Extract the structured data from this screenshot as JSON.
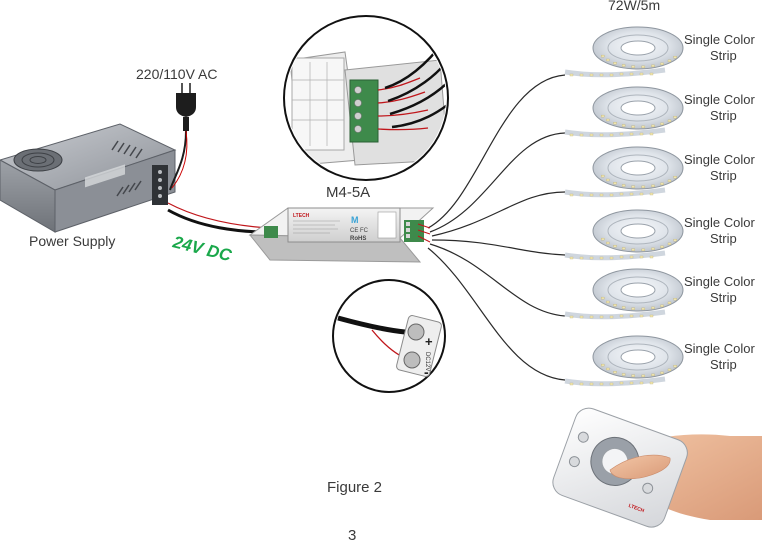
{
  "top_label": "72W/5m",
  "mains_label": "220/110V AC",
  "power_supply_label": "Power Supply",
  "dc_label": "24V DC",
  "controller_label": "M4-5A",
  "strips": [
    {
      "line1": "Single Color",
      "line2": "Strip"
    },
    {
      "line1": "Single Color",
      "line2": "Strip"
    },
    {
      "line1": "Single Color",
      "line2": "Strip"
    },
    {
      "line1": "Single Color",
      "line2": "Strip"
    },
    {
      "line1": "Single Color",
      "line2": "Strip"
    },
    {
      "line1": "Single Color",
      "line2": "Strip"
    }
  ],
  "figure_caption": "Figure 2",
  "page_number": "3",
  "controller_device": {
    "brand": "LTECH",
    "ce_mark": "CE FC",
    "rohs": "RoHS"
  },
  "terminal_plus": "+",
  "terminal_minus": "-",
  "terminal_side_text": "DC12V",
  "remote_brand": "LTECH",
  "colors": {
    "dc_label": "#1aa84b",
    "text": "#3a3a3a"
  }
}
